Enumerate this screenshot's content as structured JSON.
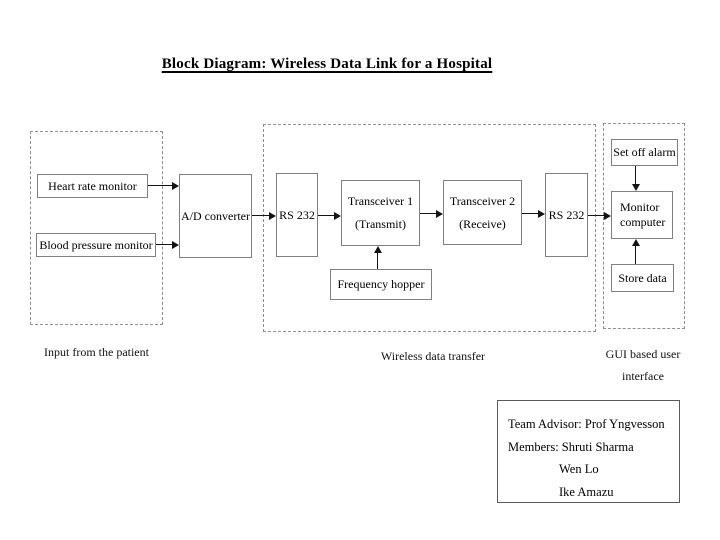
{
  "title": "Block Diagram: Wireless Data Link for a Hospital",
  "colors": {
    "background": "#ffffff",
    "block_border": "#808080",
    "group_dashed_border": "#8f8f8f",
    "team_box_border": "#5a5a5a",
    "arrow": "#141414",
    "text": "#000000"
  },
  "diagram": {
    "blocks": {
      "heart_rate_monitor": "Heart rate monitor",
      "blood_pressure_monitor": "Blood pressure monitor",
      "ad_converter": "A/D converter",
      "rs232_in": "RS 232",
      "transceiver1_line1": "Transceiver 1",
      "transceiver1_line2": "(Transmit)",
      "transceiver2_line1": "Transceiver 2",
      "transceiver2_line2": "(Receive)",
      "rs232_out": "RS 232",
      "frequency_hopper": "Frequency hopper",
      "set_off_alarm": "Set off alarm",
      "monitor_computer_line1": "Monitor",
      "monitor_computer_line2": "computer",
      "store_data": "Store data"
    },
    "section_labels": {
      "patient_input": "Input from the patient",
      "wireless_transfer": "Wireless data transfer",
      "gui_line1": "GUI based user",
      "gui_line2": "interface"
    }
  },
  "team": {
    "advisor": "Team Advisor: Prof Yngvesson",
    "members": "Members: Shruti Sharma",
    "member2": "Wen Lo",
    "member3": "Ike Amazu"
  }
}
